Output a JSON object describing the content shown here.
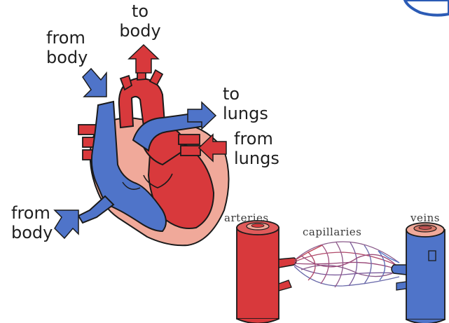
{
  "heart": {
    "labels": {
      "to_body": "to\nbody",
      "from_body_top": "from\nbody",
      "to_lungs": "to\nlungs",
      "from_lungs": "from\nlungs",
      "from_body_bottom": "from\nbody"
    }
  },
  "vessels": {
    "labels": {
      "arteries": "arteries",
      "capillaries": "capillaries",
      "veins": "veins"
    }
  },
  "colors": {
    "oxygenated": "#d8393c",
    "deoxygenated": "#4f74c9",
    "heart_wall": "#f0a99a",
    "outline": "#1a1a1a"
  }
}
